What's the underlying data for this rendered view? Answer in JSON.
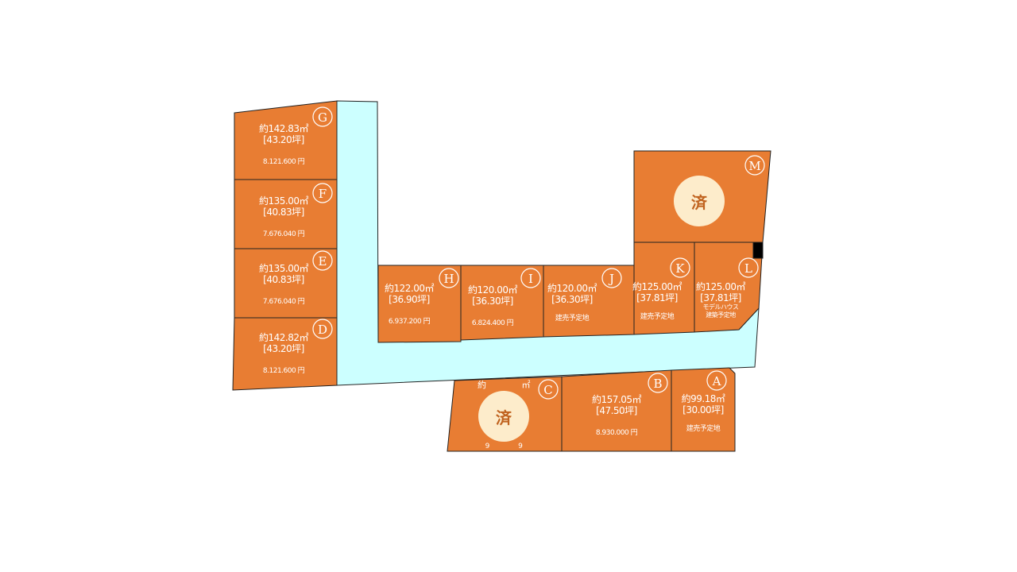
{
  "colors": {
    "lot": "#e87d33",
    "road": "#ccffff",
    "sold_bg": "#fdeccb",
    "sold_text": "#c0621e"
  },
  "sold_label": "済",
  "lots": {
    "G": {
      "id": "G",
      "area": "約142.83㎡",
      "tsubo": "[43.20坪]",
      "price": "8.121.600 円"
    },
    "F": {
      "id": "F",
      "area": "約135.00㎡",
      "tsubo": "[40.83坪]",
      "price": "7.676.040 円"
    },
    "E": {
      "id": "E",
      "area": "約135.00㎡",
      "tsubo": "[40.83坪]",
      "price": "7.676.040 円"
    },
    "D": {
      "id": "D",
      "area": "約142.82㎡",
      "tsubo": "[43.20坪]",
      "price": "8.121.600 円"
    },
    "H": {
      "id": "H",
      "area": "約122.00㎡",
      "tsubo": "[36.90坪]",
      "price": "6.937.200 円"
    },
    "I": {
      "id": "I",
      "area": "約120.00㎡",
      "tsubo": "[36.30坪]",
      "price": "6.824.400 円"
    },
    "J": {
      "id": "J",
      "area": "約120.00㎡",
      "tsubo": "[36.30坪]",
      "note": "建売予定地"
    },
    "K": {
      "id": "K",
      "area": "約125.00㎡",
      "tsubo": "[37.81坪]",
      "note": "建売予定地"
    },
    "L": {
      "id": "L",
      "area": "約125.00㎡",
      "tsubo": "[37.81坪]",
      "note1": "モデルハウス",
      "note2": "建築予定地"
    },
    "M": {
      "id": "M",
      "status": "sold"
    },
    "C": {
      "id": "C",
      "status": "sold",
      "area_partial": "約　　　　 ㎡",
      "price_partial": "9　　　　 9"
    },
    "B": {
      "id": "B",
      "area": "約157.05㎡",
      "tsubo": "[47.50坪]",
      "price": "8.930.000 円"
    },
    "A": {
      "id": "A",
      "area": "約99.18㎡",
      "tsubo": "[30.00坪]",
      "note": "建売予定地"
    }
  }
}
